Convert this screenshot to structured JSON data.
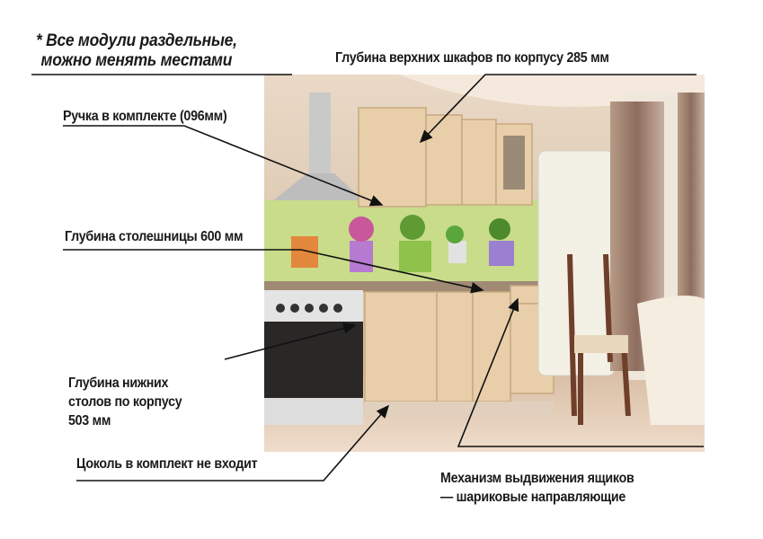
{
  "note": {
    "line1": "* Все модули раздельные,",
    "line2": "можно менять местами"
  },
  "labels": {
    "upper_depth": "Глубина верхних шкафов по корпусу 285 мм",
    "handle": "Ручка в комплекте (096мм)",
    "countertop": "Глубина столешницы 600 мм",
    "lower_depth": [
      "Глубина нижних",
      "столов по корпусу",
      "503 мм"
    ],
    "plinth": "Цоколь в комплект не входит",
    "drawers": [
      "Механизм выдвижения ящиков",
      "— шариковые направляющие"
    ]
  },
  "colors": {
    "text": "#1a1a1a",
    "wood": "#e8cfaa",
    "wall": "#d9c2a6",
    "backsplash": "#c9dc8a"
  }
}
